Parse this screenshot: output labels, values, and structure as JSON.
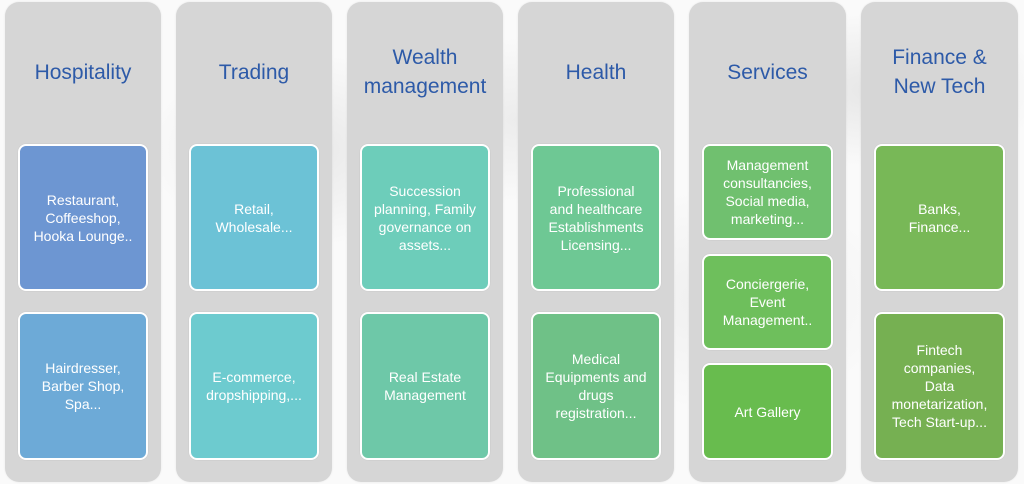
{
  "columns": [
    {
      "title": "Hospitality",
      "items": [
        {
          "text": "Restaurant,\nCoffeeshop,\nHooka Lounge..",
          "color": "#6d96d2"
        },
        {
          "text": "Hairdresser,\nBarber Shop,\nSpa...",
          "color": "#6daad7"
        }
      ]
    },
    {
      "title": "Trading",
      "items": [
        {
          "text": "Retail,\nWholesale...",
          "color": "#6cc2d6"
        },
        {
          "text": "E-commerce,\ndropshipping,...",
          "color": "#6dcbcf"
        }
      ]
    },
    {
      "title": "Wealth\nmanagement",
      "items": [
        {
          "text": "Succession\nplanning, Family\ngovernance on\nassets...",
          "color": "#6dcdba"
        },
        {
          "text": "Real Estate\nManagement",
          "color": "#6ec8a8"
        }
      ]
    },
    {
      "title": "Health",
      "items": [
        {
          "text": "Professional\nand healthcare\nEstablishments\nLicensing...",
          "color": "#6ec894"
        },
        {
          "text": "Medical\nEquipments and\ndrugs\nregistration...",
          "color": "#6fc187"
        }
      ]
    },
    {
      "title": "Services",
      "items": [
        {
          "text": "Management\nconsultancies,\nSocial media,\nmarketing...",
          "color": "#70c06f"
        },
        {
          "text": "Conciergerie,\nEvent\nManagement..",
          "color": "#6ebf5c"
        },
        {
          "text": "Art Gallery",
          "color": "#68bc4e"
        }
      ]
    },
    {
      "title": "Finance &\nNew Tech",
      "items": [
        {
          "text": "Banks,\nFinance...",
          "color": "#78b857"
        },
        {
          "text": "Fintech\ncompanies,\nData\nmonetarization,\nTech Start-up...",
          "color": "#76b052"
        }
      ]
    }
  ]
}
